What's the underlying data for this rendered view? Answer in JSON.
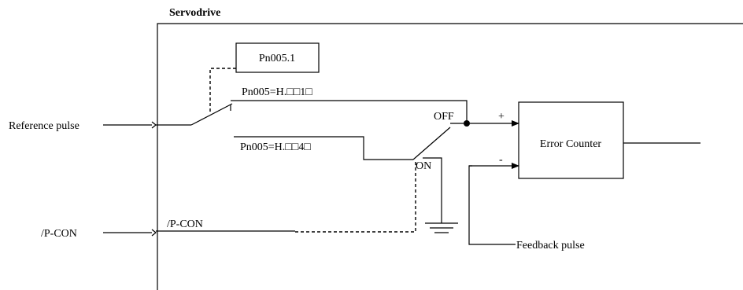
{
  "diagram": {
    "title": "Servodrive",
    "param_box": "Pn005.1",
    "switch1_label": "Pn005=H.□□1□",
    "switch2_label": "Pn005=H.□□4□",
    "off_label": "OFF",
    "on_label": "ON",
    "plus_sign": "+",
    "minus_sign": "-",
    "error_counter": "Error Counter",
    "reference_pulse": "Reference pulse",
    "pcon_outside": "/P-CON",
    "pcon_inside": "/P-CON",
    "feedback_pulse": "Feedback pulse"
  }
}
